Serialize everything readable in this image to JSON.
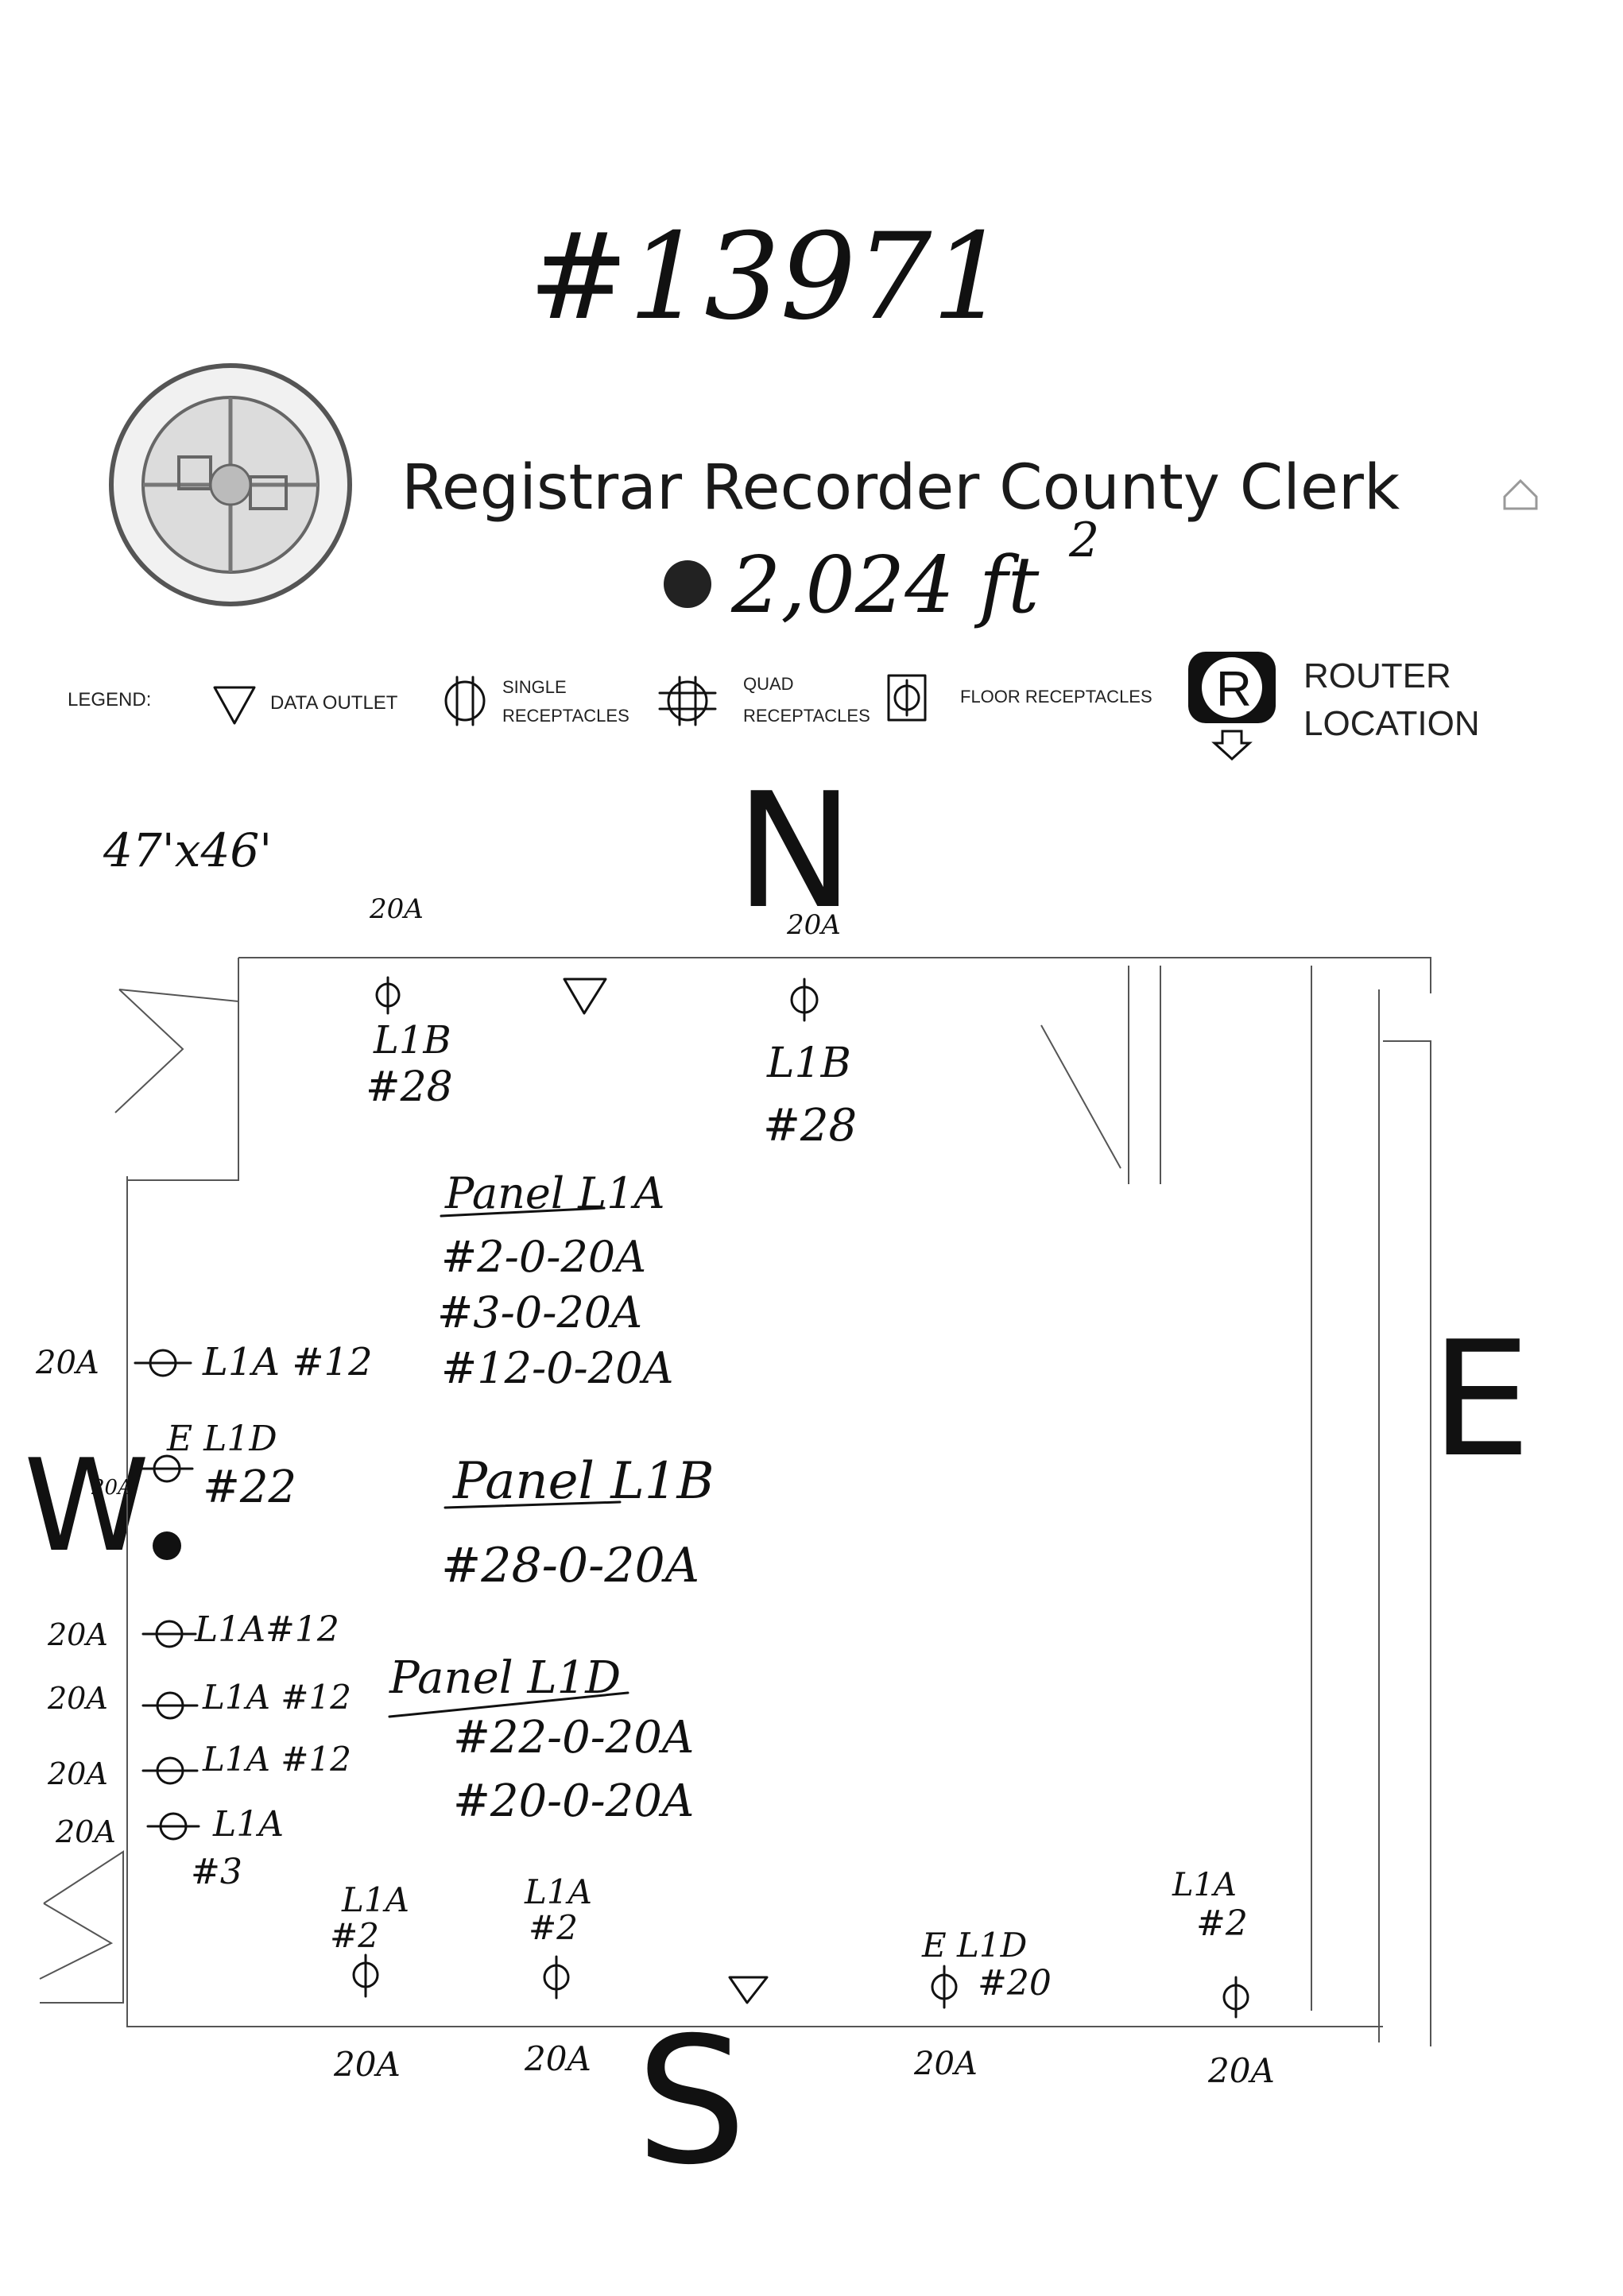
{
  "document": {
    "record_number": "#13971",
    "title": "Registrar Recorder County Clerk",
    "area": "2,024 ft",
    "area_exponent": "2",
    "dimensions": "47'x46'"
  },
  "legend": {
    "label": "LEGEND:",
    "items": [
      {
        "icon": "data-outlet-triangle-icon",
        "text": "DATA OUTLET"
      },
      {
        "icon": "single-receptacle-icon",
        "text_line1": "SINGLE",
        "text_line2": "RECEPTACLES"
      },
      {
        "icon": "quad-receptacle-icon",
        "text_line1": "QUAD",
        "text_line2": "RECEPTACLES"
      },
      {
        "icon": "floor-receptacle-icon",
        "text": "FLOOR RECEPTACLES"
      }
    ],
    "router": {
      "icon_letter": "R",
      "line1": "ROUTER",
      "line2": "LOCATION"
    }
  },
  "compass": {
    "north": "N",
    "east": "E",
    "south": "S",
    "west": "W"
  },
  "top_wall": {
    "amp_left": "20A",
    "amp_right": "20A",
    "outlet_left": {
      "line1": "L1B",
      "line2": "#28"
    },
    "outlet_right": {
      "line1": "L1B",
      "line2": "#28"
    }
  },
  "panels": [
    {
      "name": "Panel L1A",
      "circuits": [
        "#2-0-20A",
        "#3-0-20A",
        "#12-0-20A"
      ]
    },
    {
      "name": "Panel L1B",
      "circuits": [
        "#28-0-20A"
      ]
    },
    {
      "name": "Panel L1D",
      "circuits": [
        "#22-0-20A",
        "#20-0-20A"
      ]
    }
  ],
  "west_wall": [
    {
      "amp": "20A",
      "label": "L1A #12"
    },
    {
      "amp": "20A",
      "label_top": "E L1D",
      "label": "#22"
    },
    {
      "amp": "20A",
      "label": "L1A#12"
    },
    {
      "amp": "20A",
      "label": "L1A #12"
    },
    {
      "amp": "20A",
      "label": "L1A #12"
    },
    {
      "amp": "20A",
      "label": "L1A",
      "label2": "#3"
    }
  ],
  "bottom_wall": [
    {
      "label1": "L1A",
      "label2": "#2",
      "amp": "20A"
    },
    {
      "label1": "L1A",
      "label2": "#2",
      "amp": "20A"
    },
    {
      "label1": "E L1D",
      "label2": "#20",
      "amp": "20A"
    },
    {
      "label1": "L1A",
      "label2": "#2",
      "amp": "20A"
    }
  ]
}
